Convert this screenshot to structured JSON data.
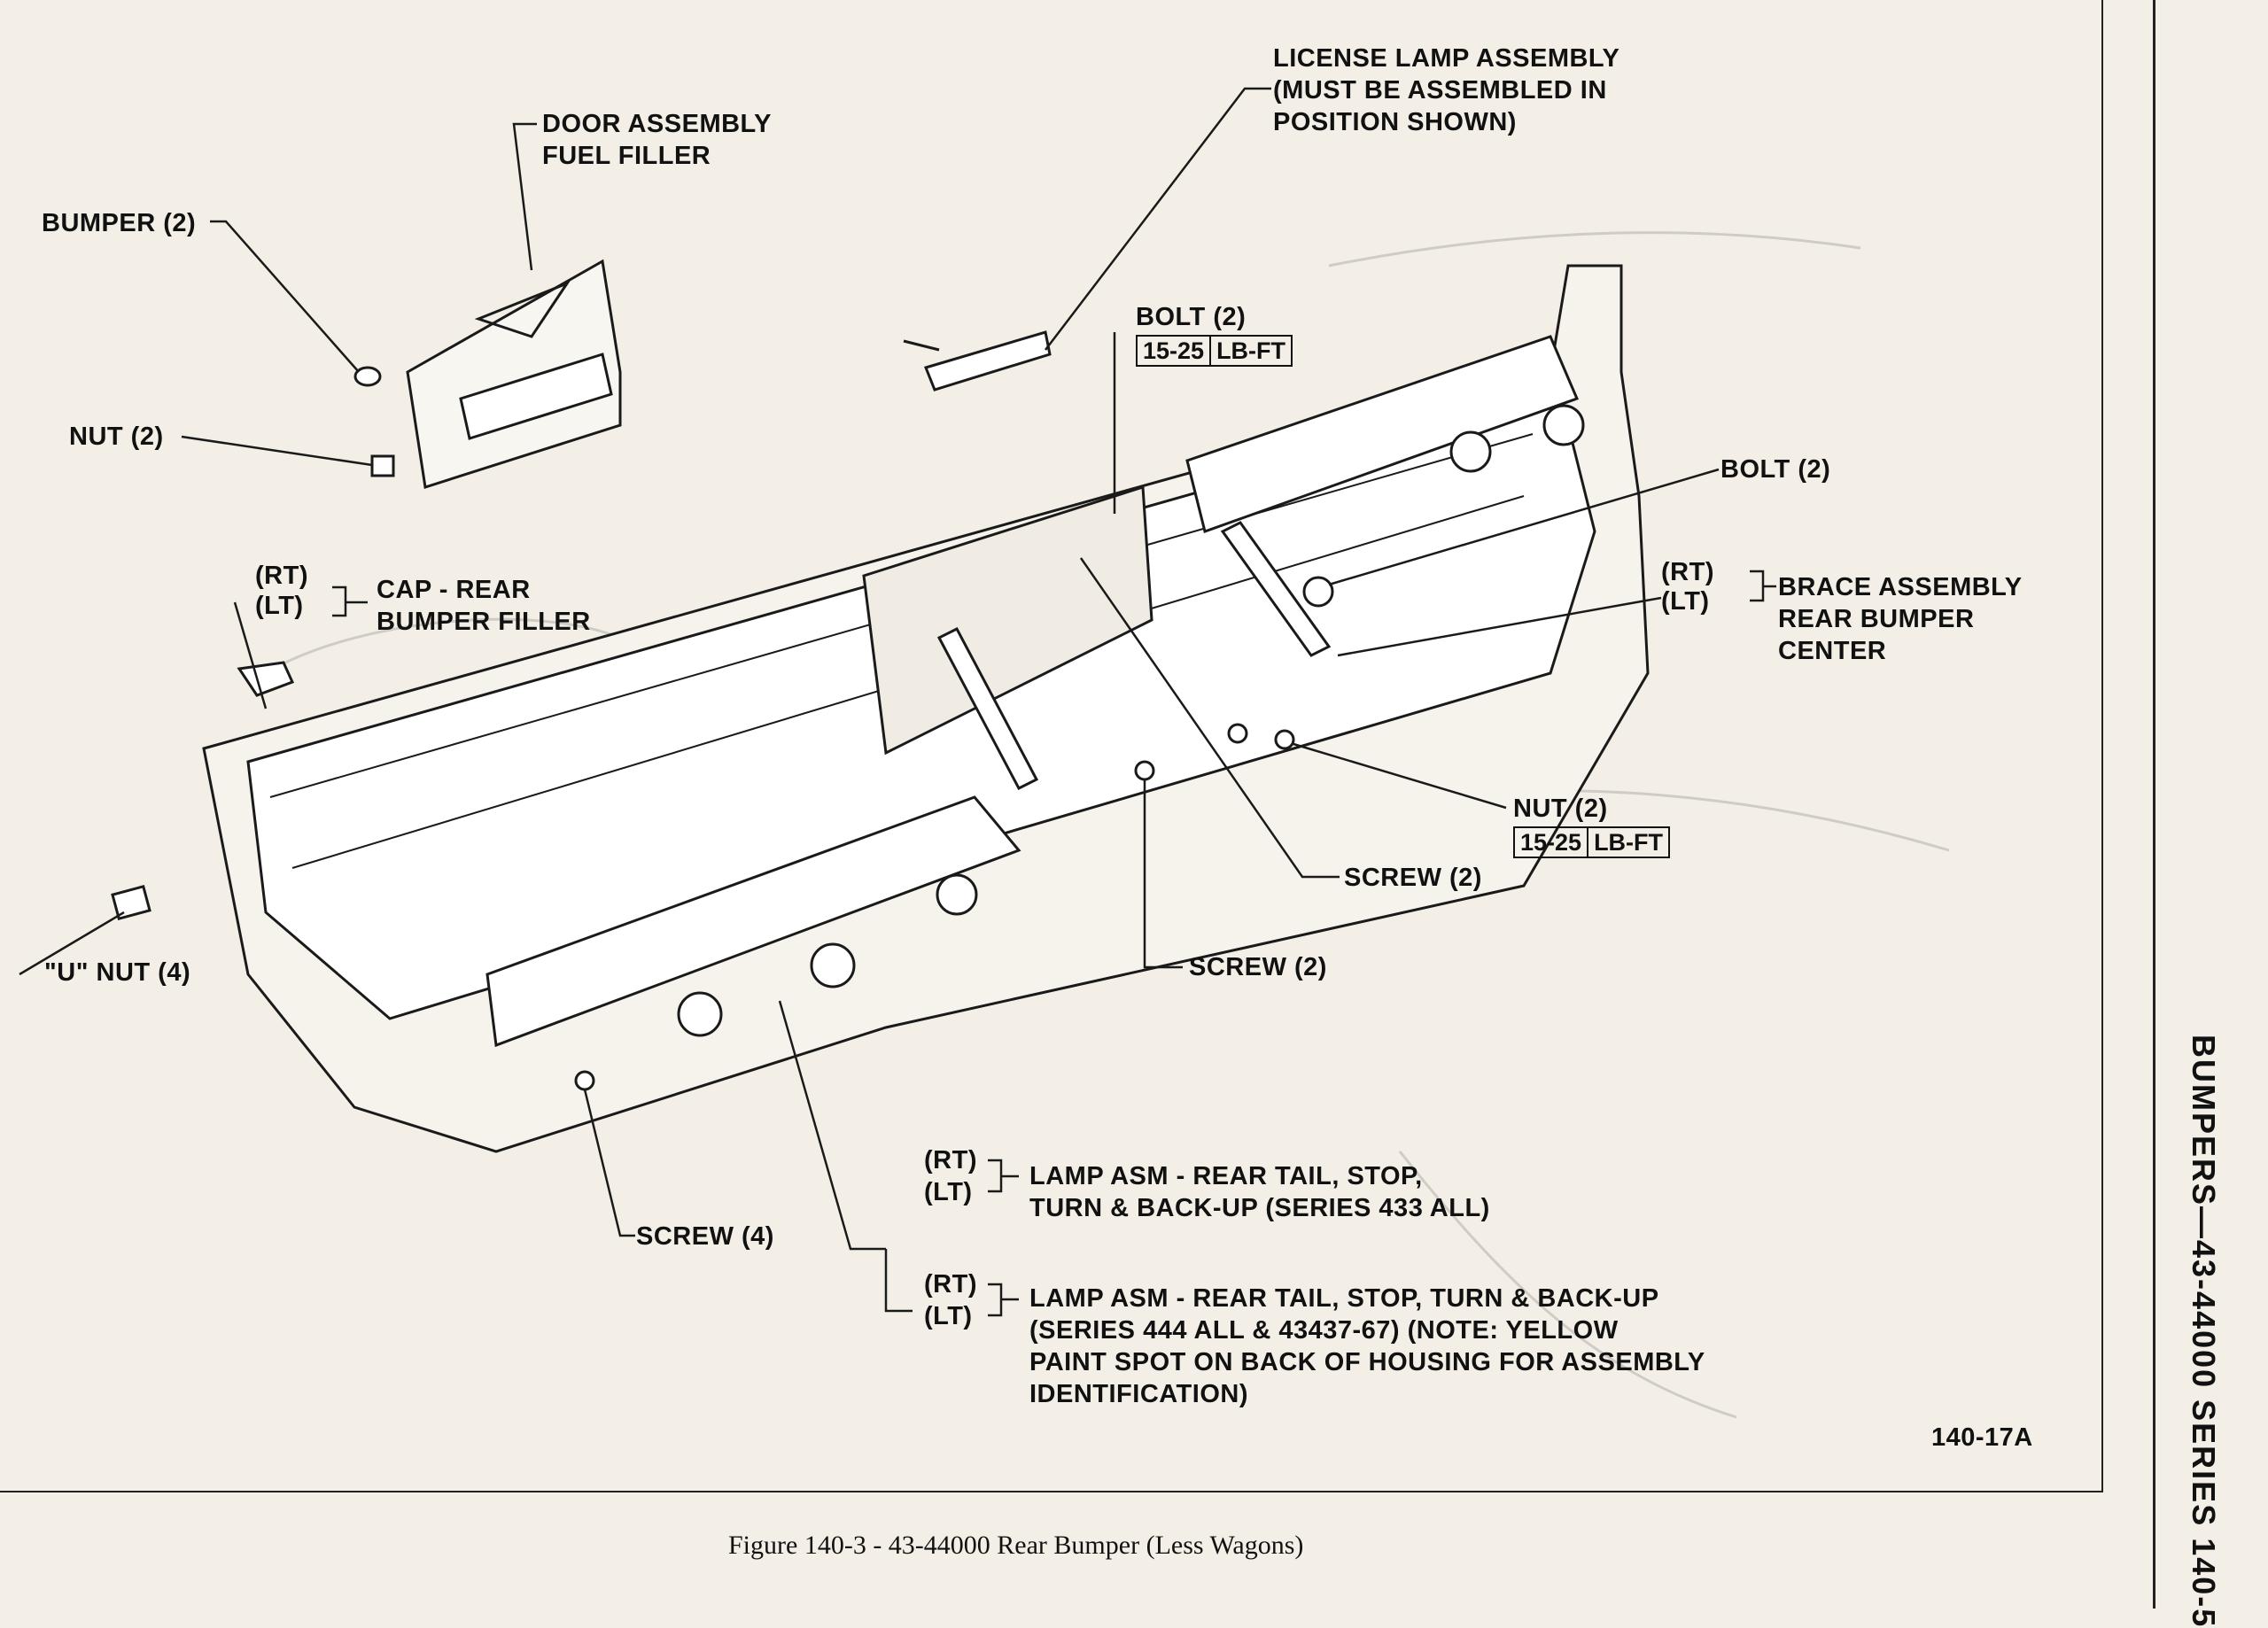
{
  "callouts": {
    "license_lamp": [
      "LICENSE LAMP ASSEMBLY",
      "(MUST BE ASSEMBLED IN",
      "POSITION SHOWN)"
    ],
    "door_assembly": [
      "DOOR ASSEMBLY",
      "FUEL FILLER"
    ],
    "bumper": "BUMPER (2)",
    "nut_upper": "NUT (2)",
    "bolt_upper": "BOLT (2)",
    "bolt_upper_torque": [
      "15-25",
      "LB-FT"
    ],
    "bolt_right": "BOLT (2)",
    "cap_rt": "(RT)",
    "cap_lt": "(LT)",
    "cap": [
      "CAP - REAR",
      "BUMPER FILLER"
    ],
    "brace_rt": "(RT)",
    "brace_lt": "(LT)",
    "brace": [
      "BRACE ASSEMBLY",
      "REAR BUMPER",
      "CENTER"
    ],
    "nut_lower": "NUT (2)",
    "nut_lower_torque": [
      "15-25",
      "LB-FT"
    ],
    "screw_mid": "SCREW (2)",
    "screw_lower": "SCREW (2)",
    "u_nut": "\"U\" NUT (4)",
    "screw_left": "SCREW (4)",
    "lamp433_rt": "(RT)",
    "lamp433_lt": "(LT)",
    "lamp433": [
      "LAMP ASM - REAR TAIL, STOP,",
      "TURN & BACK-UP  (SERIES 433 ALL)"
    ],
    "lamp444_rt": "(RT)",
    "lamp444_lt": "(LT)",
    "lamp444": [
      "LAMP ASM - REAR TAIL, STOP, TURN & BACK-UP",
      "(SERIES 444 ALL & 43437-67)  (NOTE:  YELLOW",
      "PAINT SPOT ON BACK OF HOUSING FOR ASSEMBLY",
      "IDENTIFICATION)"
    ]
  },
  "figure_number": "140-17A",
  "caption": "Figure 140-3 - 43-44000 Rear Bumper (Less Wagons)",
  "side_header": "BUMPERS—43-44000  SERIES      140-5",
  "colors": {
    "paper": "#f3efe7",
    "ink": "#111111",
    "ghost": "#c9c6c0"
  }
}
